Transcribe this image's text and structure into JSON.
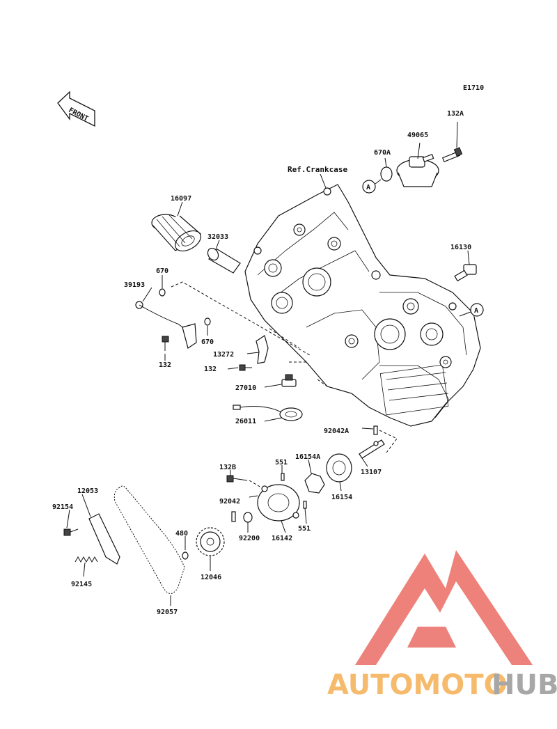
{
  "diagram_code": "E1710",
  "front_label": "FRONT",
  "ref_label": "Ref.Crankcase",
  "callout_marker": "A",
  "parts": [
    {
      "id": "p132A",
      "label": "132A"
    },
    {
      "id": "p49065",
      "label": "49065"
    },
    {
      "id": "p670A",
      "label": "670A"
    },
    {
      "id": "p16097",
      "label": "16097"
    },
    {
      "id": "p32033",
      "label": "32033"
    },
    {
      "id": "p16130",
      "label": "16130"
    },
    {
      "id": "p670a",
      "label": "670"
    },
    {
      "id": "p39193",
      "label": "39193"
    },
    {
      "id": "p670b",
      "label": "670"
    },
    {
      "id": "p132a",
      "label": "132"
    },
    {
      "id": "p13272",
      "label": "13272"
    },
    {
      "id": "p132b",
      "label": "132"
    },
    {
      "id": "p27010",
      "label": "27010"
    },
    {
      "id": "p26011",
      "label": "26011"
    },
    {
      "id": "p92042A",
      "label": "92042A"
    },
    {
      "id": "p13107",
      "label": "13107"
    },
    {
      "id": "p132B",
      "label": "132B"
    },
    {
      "id": "p551a",
      "label": "551"
    },
    {
      "id": "p16154A",
      "label": "16154A"
    },
    {
      "id": "p12053",
      "label": "12053"
    },
    {
      "id": "p92042",
      "label": "92042"
    },
    {
      "id": "p16154",
      "label": "16154"
    },
    {
      "id": "p92154",
      "label": "92154"
    },
    {
      "id": "p480",
      "label": "480"
    },
    {
      "id": "p92200",
      "label": "92200"
    },
    {
      "id": "p16142",
      "label": "16142"
    },
    {
      "id": "p551b",
      "label": "551"
    },
    {
      "id": "p92145",
      "label": "92145"
    },
    {
      "id": "p12046",
      "label": "12046"
    },
    {
      "id": "p92057",
      "label": "92057"
    }
  ],
  "watermark": {
    "text_orange": "AUTOMOTO",
    "text_gray": "HUB",
    "color_red": "#e8584f",
    "color_orange": "#f2a33a",
    "color_gray": "#8a8a8a"
  }
}
